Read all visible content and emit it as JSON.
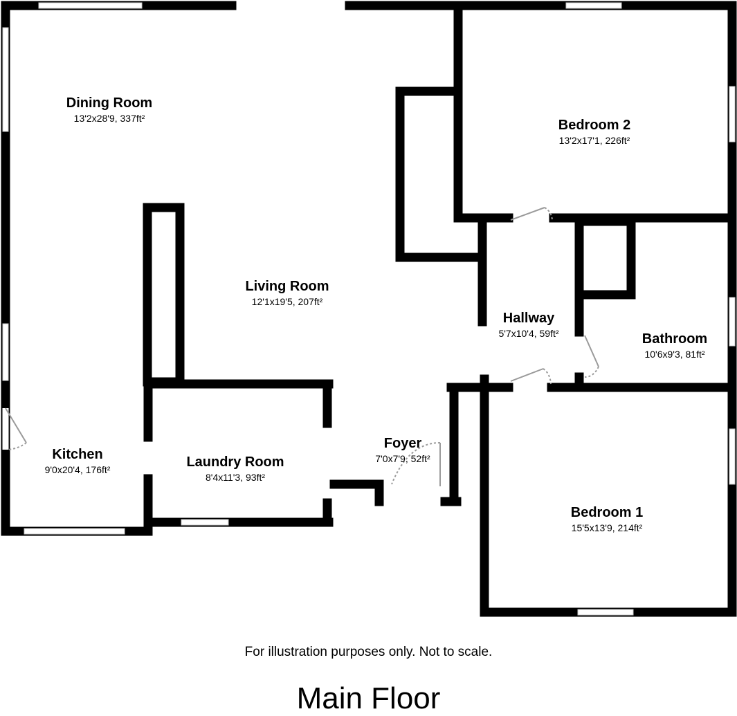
{
  "rooms": {
    "dining_room": {
      "name": "Dining Room",
      "dims": "13'2x28'9, 337ft²"
    },
    "bedroom_2": {
      "name": "Bedroom 2",
      "dims": "13'2x17'1, 226ft²"
    },
    "living_room": {
      "name": "Living Room",
      "dims": "12'1x19'5, 207ft²"
    },
    "hallway": {
      "name": "Hallway",
      "dims": "5'7x10'4, 59ft²"
    },
    "bathroom": {
      "name": "Bathroom",
      "dims": "10'6x9'3, 81ft²"
    },
    "foyer": {
      "name": "Foyer",
      "dims": "7'0x7'9, 52ft²"
    },
    "kitchen": {
      "name": "Kitchen",
      "dims": "9'0x20'4, 176ft²"
    },
    "laundry_room": {
      "name": "Laundry Room",
      "dims": "8'4x11'3, 93ft²"
    },
    "bedroom_1": {
      "name": "Bedroom 1",
      "dims": "15'5x13'9, 214ft²"
    }
  },
  "disclaimer": "For illustration purposes only. Not to scale.",
  "floor_title": "Main Floor",
  "colors": {
    "wall": "#000000",
    "window": "#ffffff",
    "door": "#9a9a9a"
  }
}
